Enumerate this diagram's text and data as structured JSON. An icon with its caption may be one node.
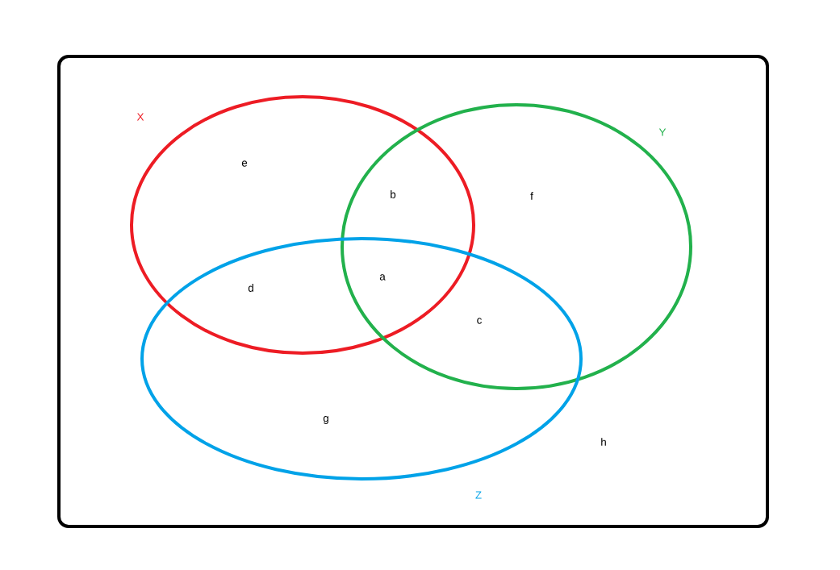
{
  "diagram": {
    "nodes": [
      {
        "text": [
          "h"
        ]
      },
      {
        "text": [
          "X"
        ],
        "in": 0
      },
      {
        "text": [
          "Y"
        ],
        "in": 0
      },
      {
        "text": [
          "Z"
        ],
        "in": 0
      }
    ],
    "edges": [],
    "labels": [
      "e",
      "b",
      "f",
      "a",
      "d",
      "c",
      "g"
    ]
  }
}
